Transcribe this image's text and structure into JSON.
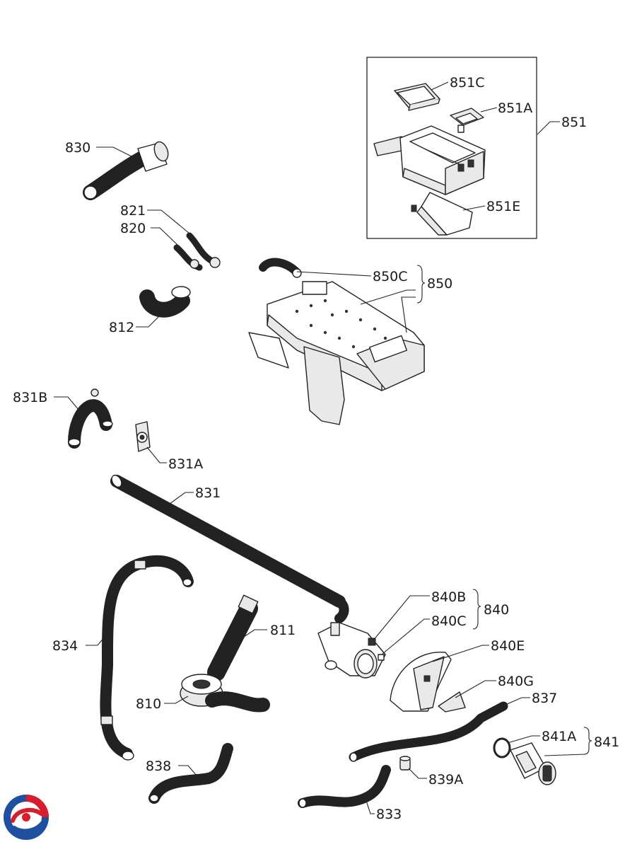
{
  "labels": {
    "p851C": "851C",
    "p851A": "851A",
    "p851": "851",
    "p851E": "851E",
    "p830": "830",
    "p821": "821",
    "p820": "820",
    "p850C": "850C",
    "p850": "850",
    "p812": "812",
    "p831B": "831B",
    "p831A": "831A",
    "p831": "831",
    "p840B": "840B",
    "p840": "840",
    "p840C": "840C",
    "p811": "811",
    "p834": "834",
    "p840E": "840E",
    "p840G": "840G",
    "p810": "810",
    "p837": "837",
    "p841A": "841A",
    "p841": "841",
    "p838": "838",
    "p839A": "839A",
    "p833": "833"
  },
  "logo": {
    "name": "brand-logo",
    "colors": [
      "#1f4fa0",
      "#d81e2c"
    ]
  }
}
